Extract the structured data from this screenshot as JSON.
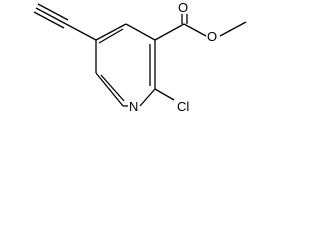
{
  "molecule": {
    "atoms": {
      "ring_nitrogen": "N",
      "chlorine": "Cl",
      "carbonyl_oxygen": "O",
      "ester_oxygen": "O"
    },
    "colors": {
      "bond": "#000000",
      "label": "#000000",
      "background": "#ffffff"
    }
  }
}
